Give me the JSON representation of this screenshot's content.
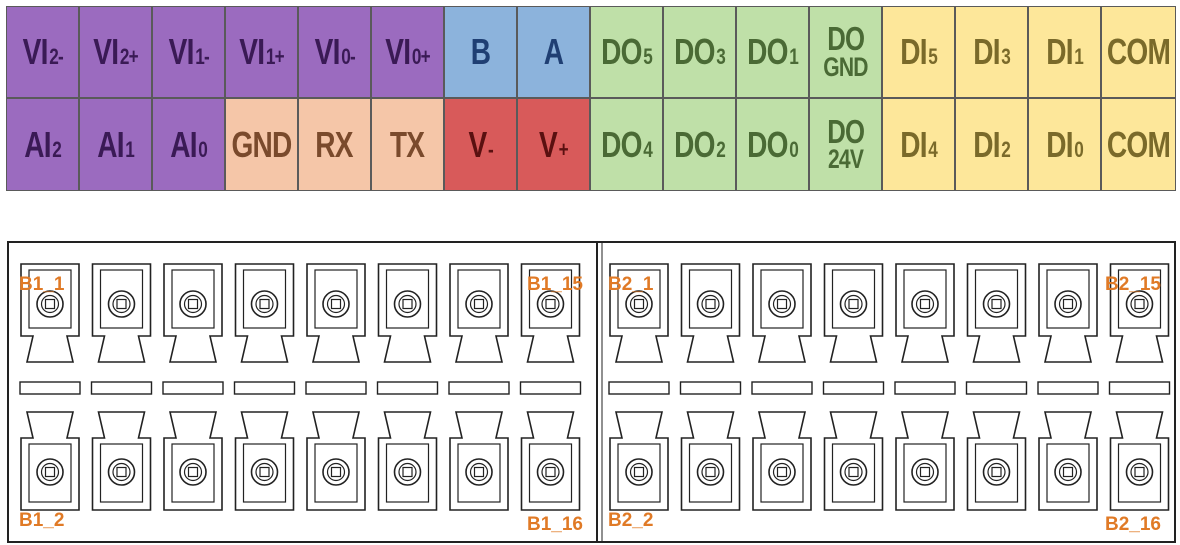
{
  "pin_rows": [
    [
      {
        "label": "VI",
        "sub": "2-",
        "group": "violet"
      },
      {
        "label": "VI",
        "sub": "2+",
        "group": "violet"
      },
      {
        "label": "VI",
        "sub": "1-",
        "group": "violet"
      },
      {
        "label": "VI",
        "sub": "1+",
        "group": "violet"
      },
      {
        "label": "VI",
        "sub": "0-",
        "group": "violet"
      },
      {
        "label": "VI",
        "sub": "0+",
        "group": "violet"
      },
      {
        "label": "B",
        "sub": "",
        "group": "blue"
      },
      {
        "label": "A",
        "sub": "",
        "group": "blue"
      },
      {
        "label": "DO",
        "sub": "5",
        "group": "green"
      },
      {
        "label": "DO",
        "sub": "3",
        "group": "green"
      },
      {
        "label": "DO",
        "sub": "1",
        "group": "green"
      },
      {
        "label": "DO",
        "sub": "GND",
        "group": "green",
        "two_line": true
      },
      {
        "label": "DI",
        "sub": "5",
        "group": "yellow"
      },
      {
        "label": "DI",
        "sub": "3",
        "group": "yellow"
      },
      {
        "label": "DI",
        "sub": "1",
        "group": "yellow"
      },
      {
        "label": "COM",
        "sub": "",
        "group": "yellow"
      }
    ],
    [
      {
        "label": "AI",
        "sub": "2",
        "group": "violet"
      },
      {
        "label": "AI",
        "sub": "1",
        "group": "violet"
      },
      {
        "label": "AI",
        "sub": "0",
        "group": "violet"
      },
      {
        "label": "GND",
        "sub": "",
        "group": "peach"
      },
      {
        "label": "RX",
        "sub": "",
        "group": "peach"
      },
      {
        "label": "TX",
        "sub": "",
        "group": "peach"
      },
      {
        "label": "V",
        "sub": "-",
        "group": "red"
      },
      {
        "label": "V",
        "sub": "+",
        "group": "red"
      },
      {
        "label": "DO",
        "sub": "4",
        "group": "green"
      },
      {
        "label": "DO",
        "sub": "2",
        "group": "green"
      },
      {
        "label": "DO",
        "sub": "0",
        "group": "green"
      },
      {
        "label": "DO",
        "sub": "24V",
        "group": "green",
        "two_line": true
      },
      {
        "label": "DI",
        "sub": "4",
        "group": "yellow"
      },
      {
        "label": "DI",
        "sub": "2",
        "group": "yellow"
      },
      {
        "label": "DI",
        "sub": "0",
        "group": "yellow"
      },
      {
        "label": "COM",
        "sub": "",
        "group": "yellow"
      }
    ]
  ],
  "connector": {
    "blocks": [
      {
        "top_left_label": "B1_1",
        "top_right_label": "B1_15",
        "bottom_left_label": "B1_2",
        "bottom_right_label": "B1_16",
        "terminals_per_row": 8
      },
      {
        "top_left_label": "B2_1",
        "top_right_label": "B2_15",
        "bottom_left_label": "B2_2",
        "bottom_right_label": "B2_16",
        "terminals_per_row": 8
      }
    ]
  },
  "colors": {
    "violet": "#9b6bbf",
    "blue": "#8cb3dc",
    "peach": "#f5c6a8",
    "red": "#d85a5a",
    "green": "#bfe0a8",
    "yellow": "#fde79a",
    "label_orange": "#e07a26"
  }
}
